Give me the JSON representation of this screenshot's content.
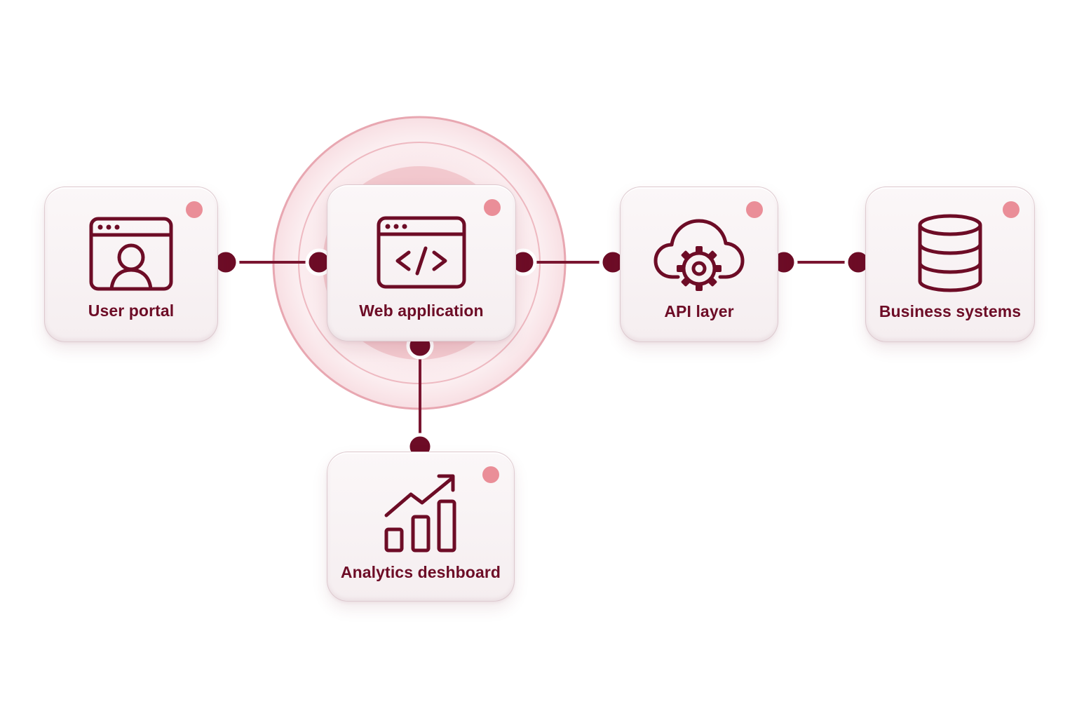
{
  "diagram": {
    "nodes": [
      {
        "id": "user-portal",
        "label": "User portal",
        "icon": "browser-user-icon"
      },
      {
        "id": "web-application",
        "label": "Web application",
        "icon": "code-window-icon",
        "highlighted": true
      },
      {
        "id": "api-layer",
        "label": "API layer",
        "icon": "cloud-gear-icon"
      },
      {
        "id": "business-systems",
        "label": "Business systems",
        "icon": "database-icon"
      },
      {
        "id": "analytics-dashboard",
        "label": "Analytics deshboard",
        "icon": "growth-chart-icon"
      }
    ],
    "edges": [
      {
        "from": "user-portal",
        "to": "web-application"
      },
      {
        "from": "web-application",
        "to": "api-layer"
      },
      {
        "from": "api-layer",
        "to": "business-systems"
      },
      {
        "from": "web-application",
        "to": "analytics-dashboard"
      }
    ]
  },
  "colors": {
    "primary": "#6d0c26",
    "accent_dot": "#ea8e98",
    "halo": "#e8a8b2",
    "card_bg": "#f7f1f2"
  }
}
